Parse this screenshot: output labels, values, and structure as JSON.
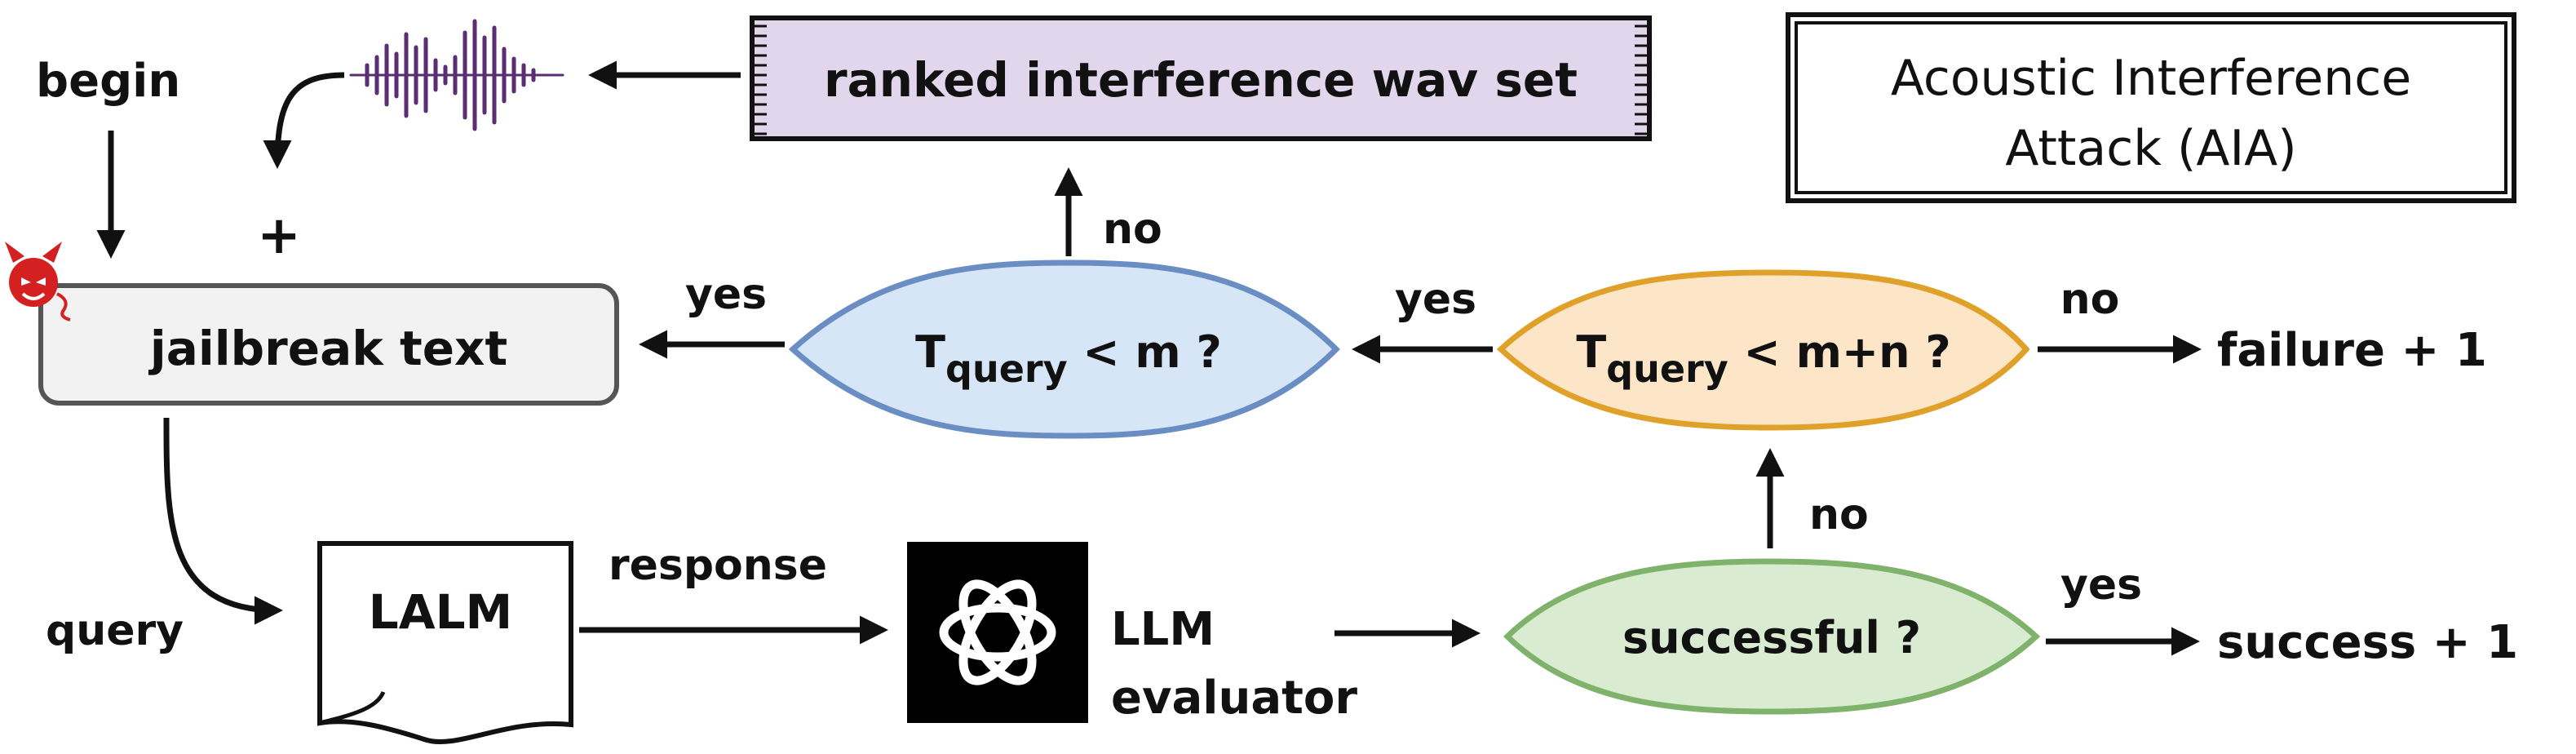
{
  "diagram": {
    "title_line1": "Acoustic Interference",
    "title_line2": "Attack (AIA)",
    "nodes": {
      "begin": "begin",
      "jailbreak_text": "jailbreak text",
      "ranked_set": "ranked interference wav set",
      "lalm": "LALM",
      "llm_eval_line1": "LLM",
      "llm_eval_line2": "evaluator",
      "plus": "+",
      "diamond_m": {
        "t": "T",
        "sub": "query",
        "rest": " < m ?"
      },
      "diamond_mn": {
        "t": "T",
        "sub": "query",
        "rest": " < m+n ?"
      },
      "successful": "successful ?",
      "failure": "failure + 1",
      "success": "success + 1"
    },
    "edges": {
      "query": "query",
      "response": "response",
      "yes_to_jailbreak": "yes",
      "no_to_ranked": "no",
      "yes_to_diamond_m": "yes",
      "no_to_failure": "no",
      "no_from_successful": "no",
      "yes_to_success": "yes"
    },
    "colors": {
      "ranked_fill": "#e2d6ec",
      "diamond_m_fill": "#d7e6f7",
      "diamond_m_stroke": "#6a8ec4",
      "diamond_mn_fill": "#fde5c8",
      "diamond_mn_stroke": "#e0a12a",
      "successful_fill": "#d9ecd2",
      "successful_stroke": "#7fb26a",
      "jailbreak_fill": "#f2f2f2",
      "waveform": "#5b2d73",
      "devil": "#d42020"
    }
  }
}
